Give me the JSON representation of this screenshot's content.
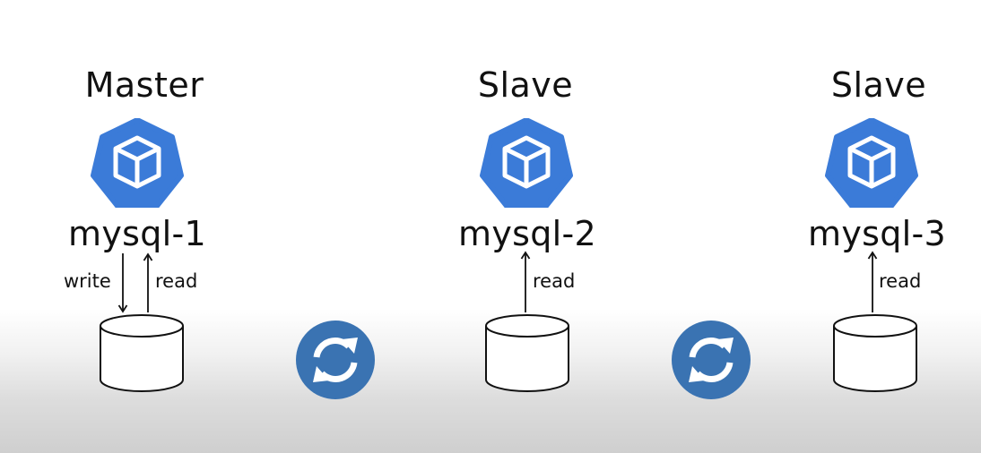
{
  "colors": {
    "pod_blue": "#3b7bd8",
    "sync_blue": "#3a73b2",
    "line": "#111111"
  },
  "nodes": [
    {
      "role": "Master",
      "pod": "mysql-1",
      "icon": "kubernetes-pod-icon",
      "storage_icon": "database-icon"
    },
    {
      "role": "Slave",
      "pod": "mysql-2",
      "icon": "kubernetes-pod-icon",
      "storage_icon": "database-icon"
    },
    {
      "role": "Slave",
      "pod": "mysql-3",
      "icon": "kubernetes-pod-icon",
      "storage_icon": "database-icon"
    }
  ],
  "flows": {
    "write": "write",
    "read": "read"
  },
  "replication": {
    "icon": "sync-icon"
  }
}
